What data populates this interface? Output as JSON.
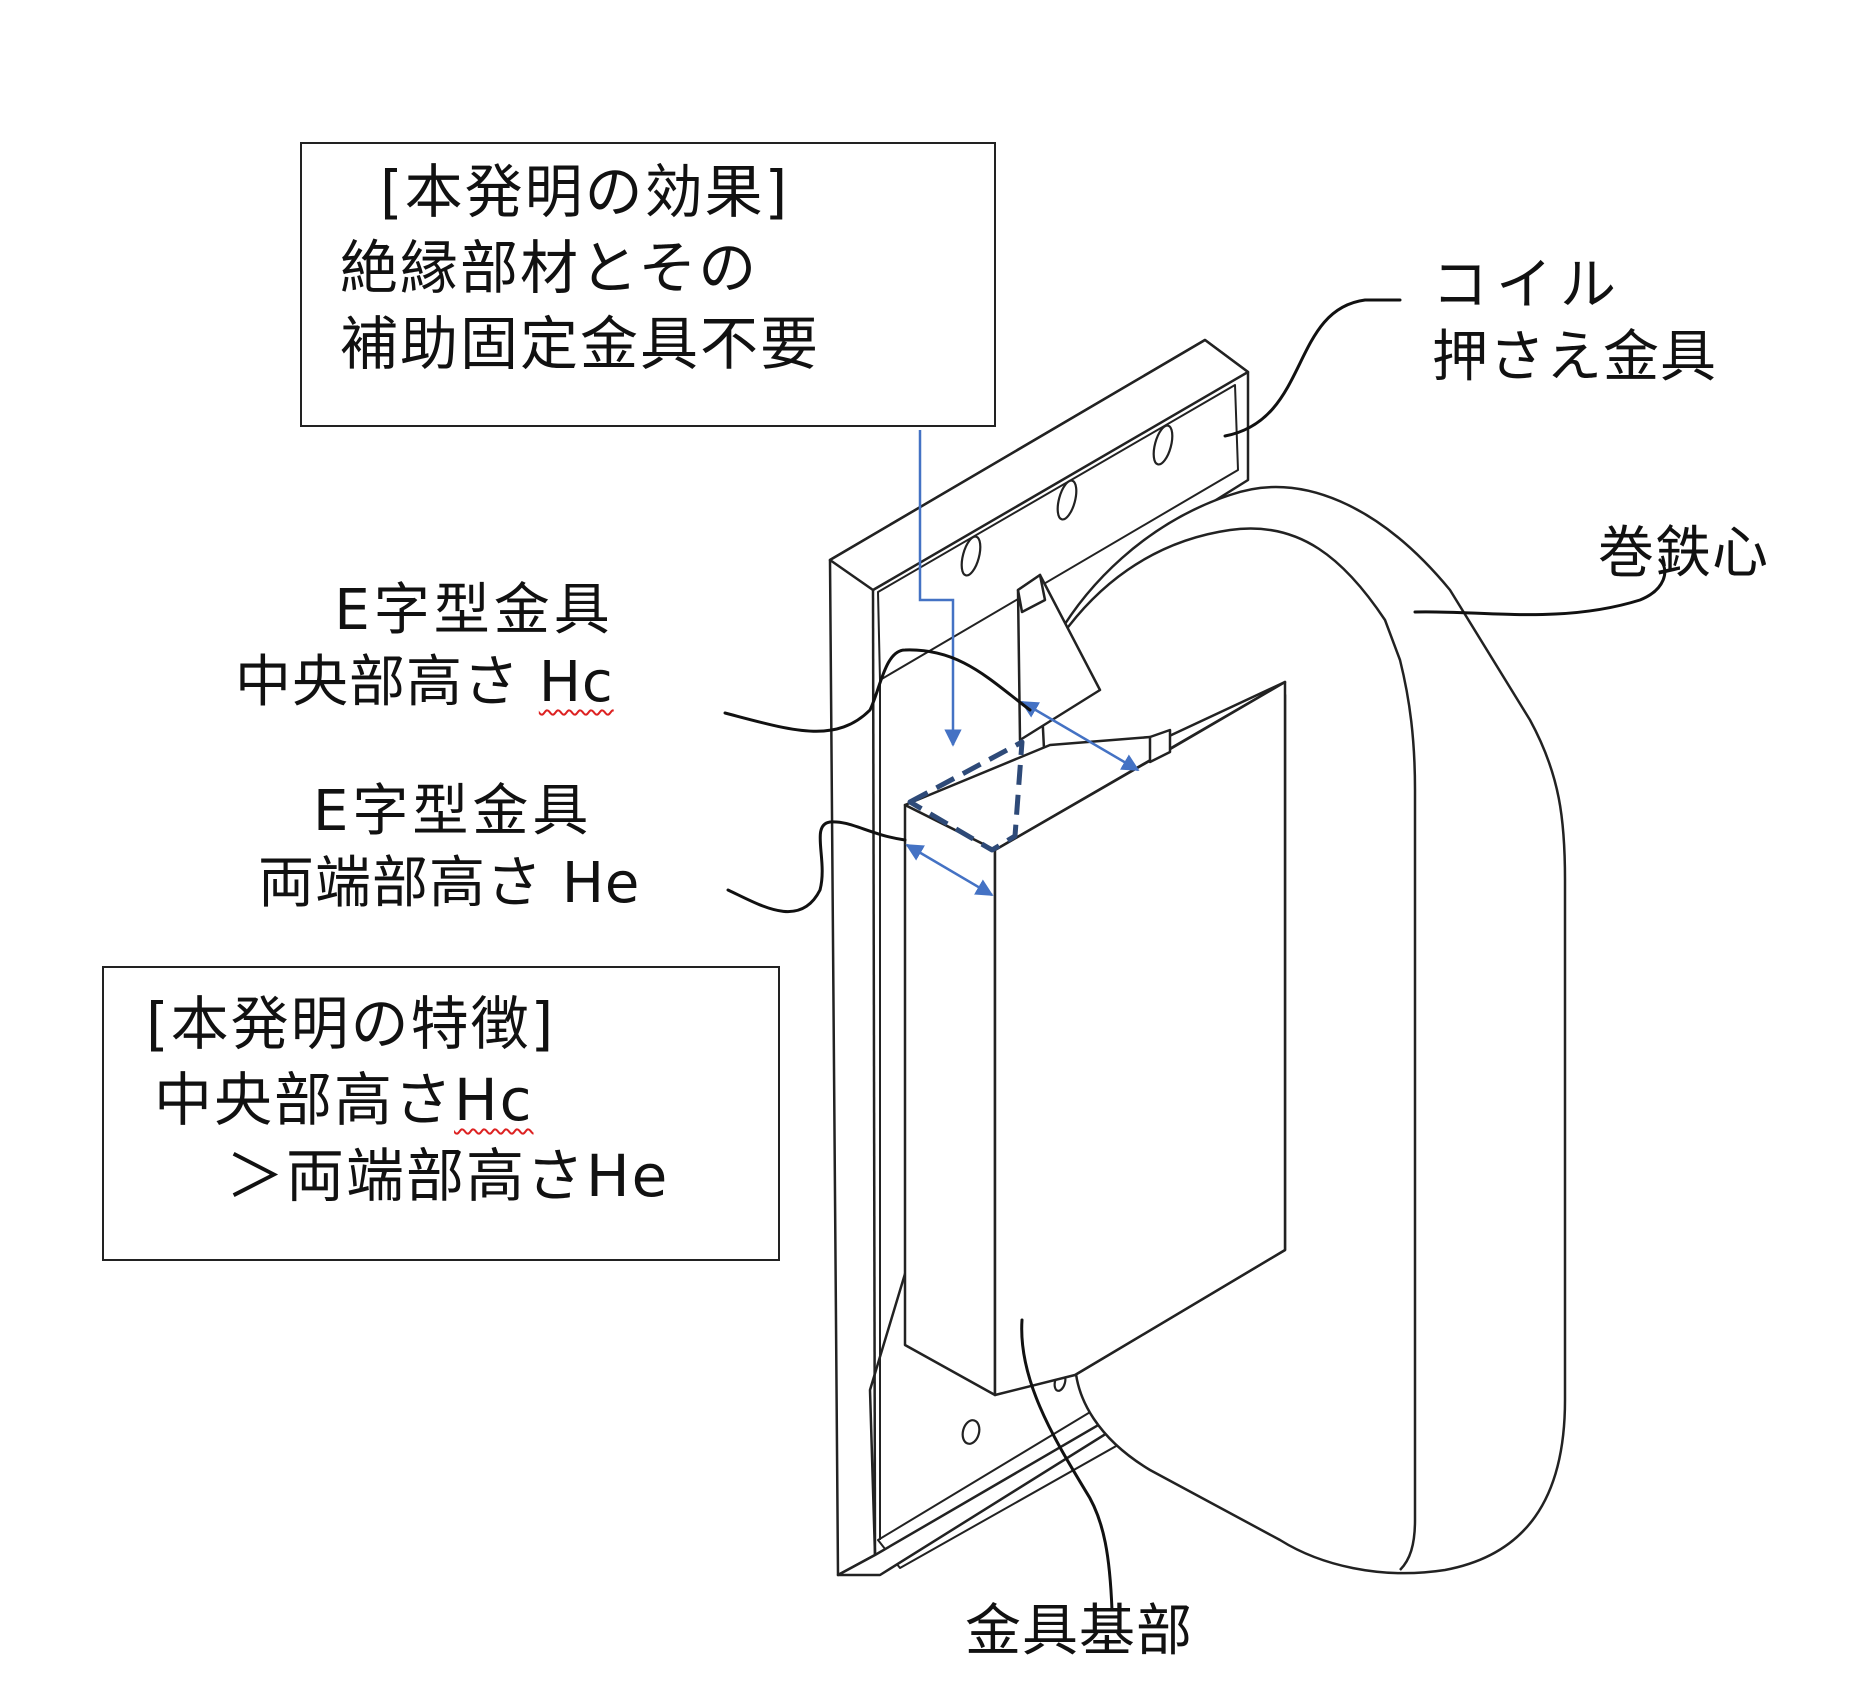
{
  "labels": {
    "coil_holder": [
      "コイル",
      "押さえ金具"
    ],
    "wound_core": "巻鉄心",
    "e_center_title": "E字型金具",
    "e_center_text": "中央部高さ",
    "e_center_sym": "Hc",
    "e_end_title": "E字型金具",
    "e_end_text": "両端部高さ",
    "e_end_sym": "He",
    "fitting_base": "金具基部"
  },
  "effect_box": {
    "title": "[本発明の効果]",
    "line1": "絶縁部材とその",
    "line2": "補助固定金具不要"
  },
  "feature_box": {
    "title": "[本発明の特徴]",
    "line1_text": "中央部高さ",
    "line1_sym": "Hc",
    "line2": "＞両端部高さHe"
  },
  "colors": {
    "line": "#222222",
    "arrow_blue": "#4472c4",
    "dashed_navy": "#2e4a78",
    "spell_underline": "#dd2222"
  }
}
